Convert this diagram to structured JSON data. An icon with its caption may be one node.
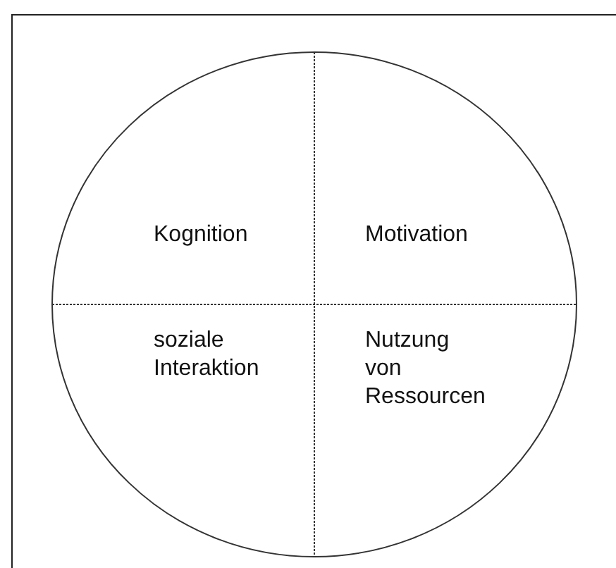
{
  "diagram": {
    "nodes": [
      {
        "text": [],
        "shape": "circle"
      },
      {
        "text": [
          "Kognition"
        ],
        "in": 0
      },
      {
        "text": [
          "Motivation"
        ],
        "in": 0
      },
      {
        "text": [
          "soziale Interaktion"
        ],
        "in": 0
      },
      {
        "text": [
          "Nutzung von Ressourcen"
        ],
        "in": 0
      }
    ]
  }
}
